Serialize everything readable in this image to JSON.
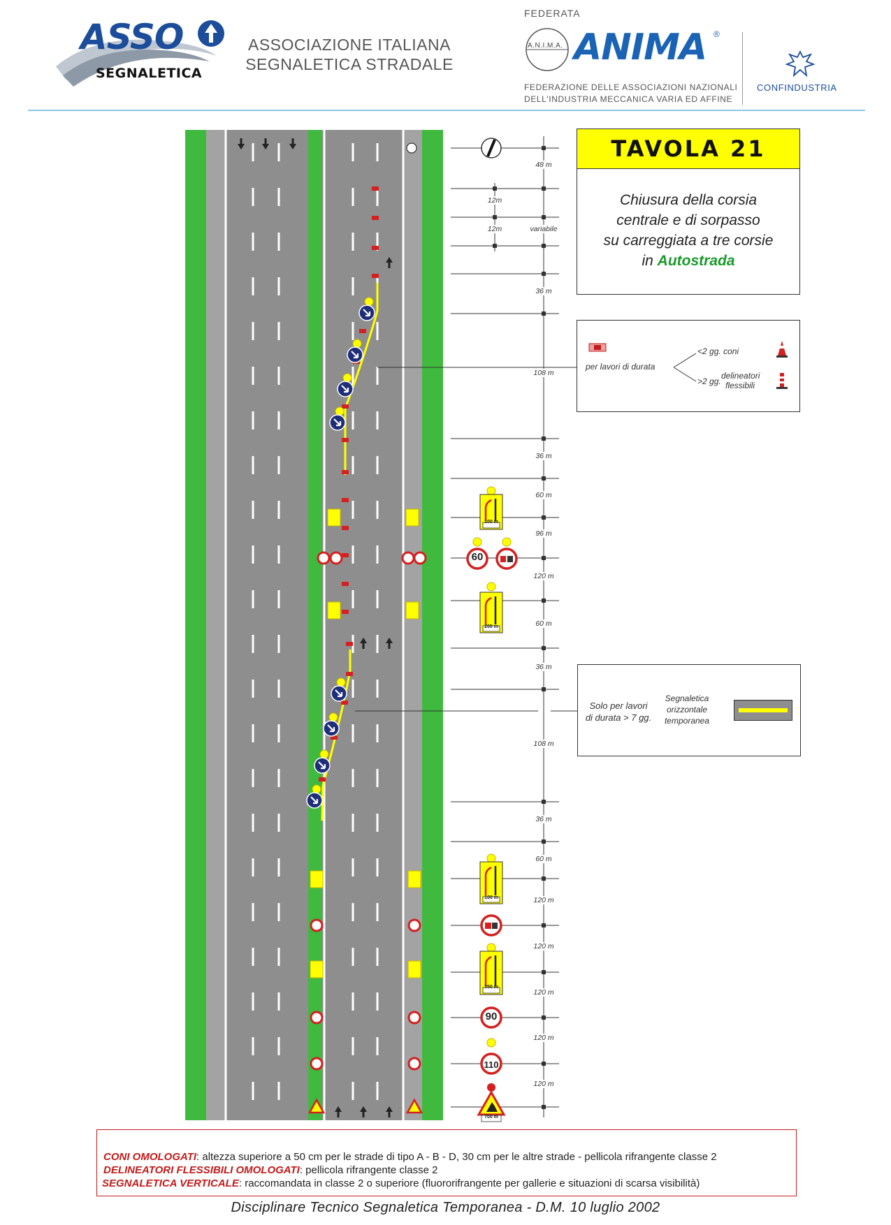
{
  "header": {
    "logo_top": "ASSO",
    "logo_bottom": "SEGNALETICA",
    "association_line1": "ASSOCIAZIONE ITALIANA",
    "association_line2": "SEGNALETICA STRADALE",
    "federata": "FEDERATA",
    "anima_small": "A.N.I.M.A.",
    "anima_logo": "ANIMA",
    "anima_reg": "®",
    "anima_sub1": "FEDERAZIONE DELLE ASSOCIAZIONI NAZIONALI",
    "anima_sub2": "DELL'INDUSTRIA MECCANICA VARIA ED AFFINE",
    "confindustria": "CONFINDUSTRIA"
  },
  "tavola": {
    "title": "TAVOLA 21",
    "line1": "Chiusura della corsia",
    "line2": "centrale e di sorpasso",
    "line3": "su carreggiata a tre corsie",
    "line4_prefix": "in",
    "line4_highlight": "Autostrada"
  },
  "duration_box": {
    "label": "per lavori di durata",
    "short": "<2 gg. coni",
    "long_prefix": ">2 gg.",
    "long_line1": "delineatori",
    "long_line2": "flessibili"
  },
  "temp_box": {
    "left_line1": "Solo per lavori",
    "left_line2": "di durata > 7 gg.",
    "mid_line1": "Segnaletica",
    "mid_line2": "orizzontale",
    "mid_line3": "temporanea"
  },
  "distances": [
    {
      "label": "48 m"
    },
    {
      "label": "12m"
    },
    {
      "label": "12m"
    },
    {
      "label": "variabile"
    },
    {
      "label": "36 m"
    },
    {
      "label": "108 m"
    },
    {
      "label": "36 m"
    },
    {
      "label": "60 m"
    },
    {
      "label": "96 m"
    },
    {
      "label": "120 m"
    },
    {
      "label": "60 m"
    },
    {
      "label": "36 m"
    },
    {
      "label": "108 m"
    },
    {
      "label": "36 m"
    },
    {
      "label": "60 m"
    },
    {
      "label": "120 m"
    },
    {
      "label": "120 m"
    },
    {
      "label": "120 m"
    },
    {
      "label": "120 m"
    },
    {
      "label": "120 m"
    }
  ],
  "signs": {
    "speed_60": "60",
    "speed_90": "90",
    "speed_110": "110",
    "panel_100a": "100 m",
    "panel_200": "200 m",
    "panel_100b": "100 m",
    "panel_350": "350 m",
    "panel_700": "700 m"
  },
  "legend": {
    "coni_label": "CONI OMOLOGATI",
    "coni_text": ": altezza superiore a 50 cm per le strade di tipo A - B - D, 30 cm per le altre strade - pellicola rifrangente classe 2",
    "delin_label": "DELINEATORI FLESSIBILI OMOLOGATI",
    "delin_text": ":  pellicola rifrangente classe 2",
    "segn_label": "SEGNALETICA VERTICALE",
    "segn_text": ": raccomandata in classe 2 o superiore (fluororifrangente per gallerie e situazioni di scarsa visibilità)"
  },
  "footer": "Disciplinare Tecnico Segnaletica Temporanea - D.M.  10 luglio 2002",
  "colors": {
    "grass": "#3fba3f",
    "road": "#8e8e8e",
    "shoulder": "#a3a3a3",
    "yellow": "#ffff00",
    "red": "#d42020",
    "blue_sign": "#1f2e7a",
    "asso_blue": "#1b4d9b",
    "anima_blue": "#1b63b5"
  }
}
